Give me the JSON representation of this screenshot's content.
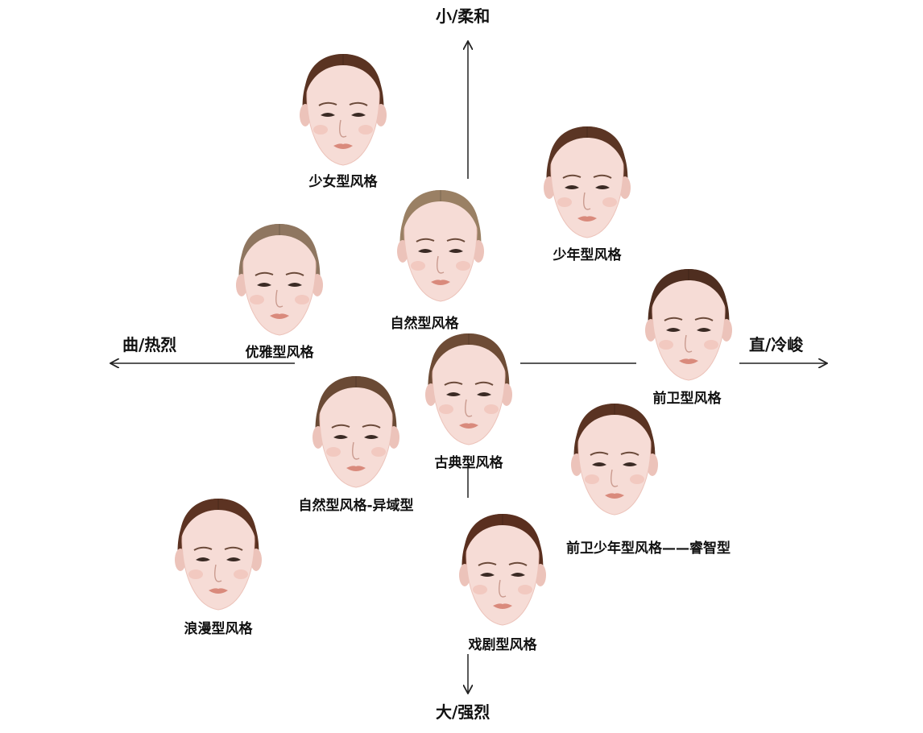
{
  "axes": {
    "top": "小/柔和",
    "bottom": "大/强烈",
    "left": "曲/热烈",
    "right": "直/冷峻"
  },
  "faces": [
    {
      "id": "shaonv",
      "label": "少女型风格",
      "hair": "#5a3322"
    },
    {
      "id": "shaonian",
      "label": "少年型风格",
      "hair": "#5b3524"
    },
    {
      "id": "ziran",
      "label": "自然型风格",
      "hair": "#9a8064"
    },
    {
      "id": "youya",
      "label": "优雅型风格",
      "hair": "#8f7660"
    },
    {
      "id": "qianwei",
      "label": "前卫型风格",
      "hair": "#4f2e20"
    },
    {
      "id": "gudian",
      "label": "古典型风格",
      "hair": "#6e4c36"
    },
    {
      "id": "yiyu",
      "label": "自然型风格-异域型",
      "hair": "#6a4a35"
    },
    {
      "id": "ruizhi",
      "label": "前卫少年型风格——睿智型",
      "hair": "#5a3322"
    },
    {
      "id": "langman",
      "label": "浪漫型风格",
      "hair": "#5c3322"
    },
    {
      "id": "xiju",
      "label": "戏剧型风格",
      "hair": "#5a2f1f"
    }
  ],
  "colors": {
    "skin": "#f6dcd6",
    "skin_shade": "#ecc3ba",
    "lip": "#d98a7c",
    "axis": "#222222"
  }
}
